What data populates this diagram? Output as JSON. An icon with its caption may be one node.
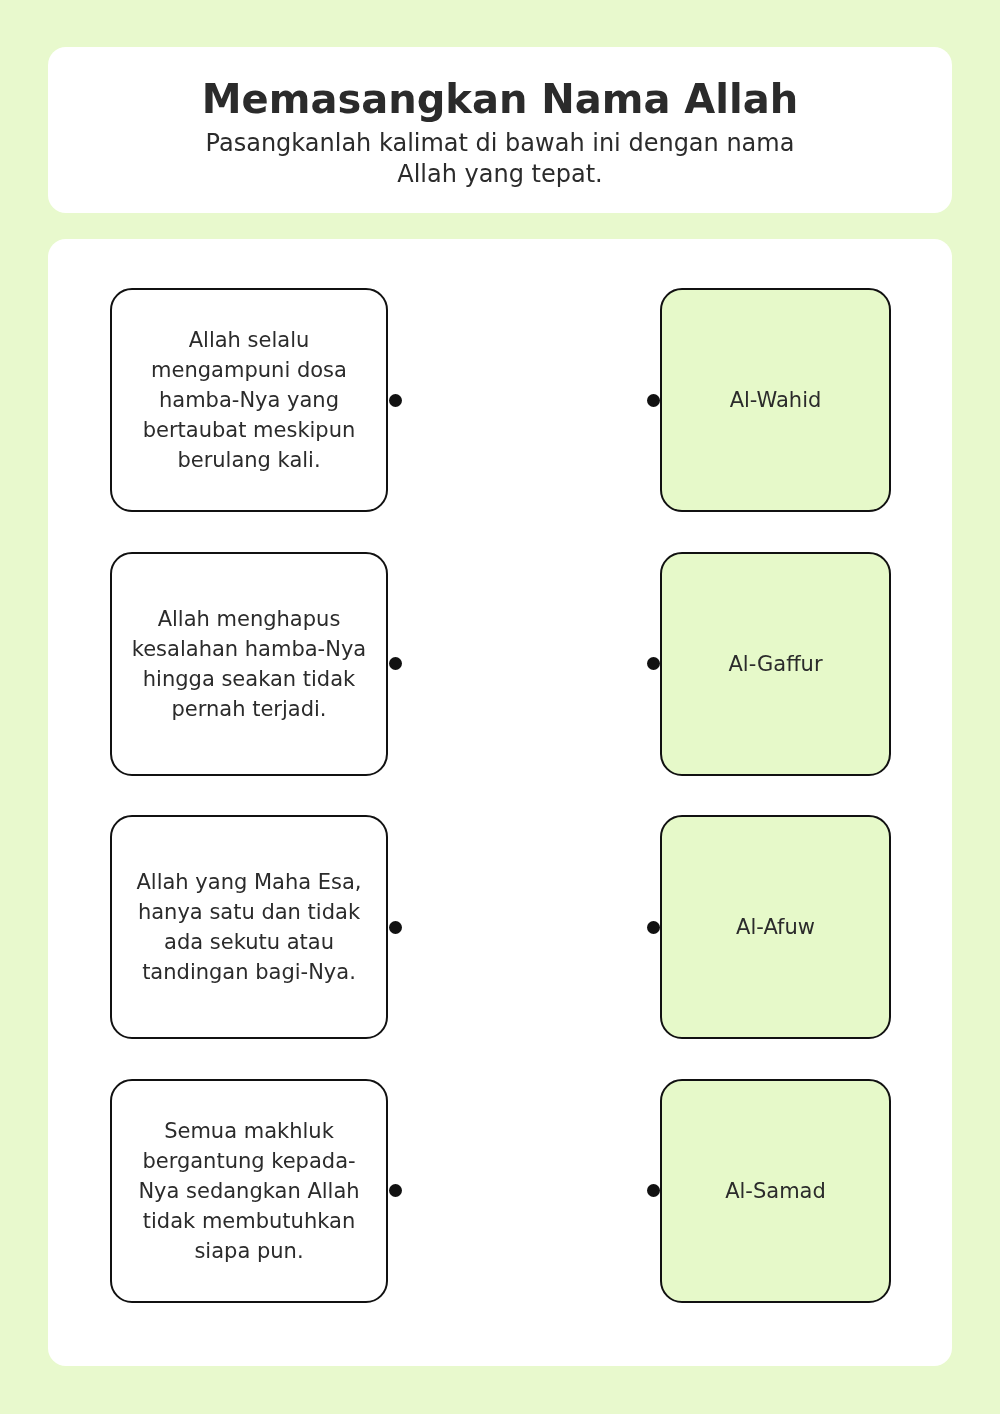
{
  "diagram": {
    "title": "Memasangkan Nama Allah",
    "labels": [
      "Pasangkanlah kalimat di bawah ini dengan nama Allah yang tepat."
    ],
    "nodes": [
      {
        "text": [
          "Allah selalu mengampuni dosa hamba-Nya yang bertaubat meskipun berulang kali."
        ]
      },
      {
        "text": [
          "Al-Wahid"
        ]
      },
      {
        "text": [
          "Allah menghapus kesalahan hamba-Nya hingga seakan tidak pernah terjadi."
        ]
      },
      {
        "text": [
          "Al-Gaffur"
        ]
      },
      {
        "text": [
          "Allah yang Maha Esa, hanya satu dan tidak ada sekutu atau tandingan bagi-Nya."
        ]
      },
      {
        "text": [
          "Al-Afuw"
        ]
      },
      {
        "text": [
          "Semua makhluk bergantung kepada-Nya sedangkan Allah tidak membutuhkan siapa pun."
        ]
      },
      {
        "text": [
          "Al-Samad"
        ]
      }
    ]
  }
}
